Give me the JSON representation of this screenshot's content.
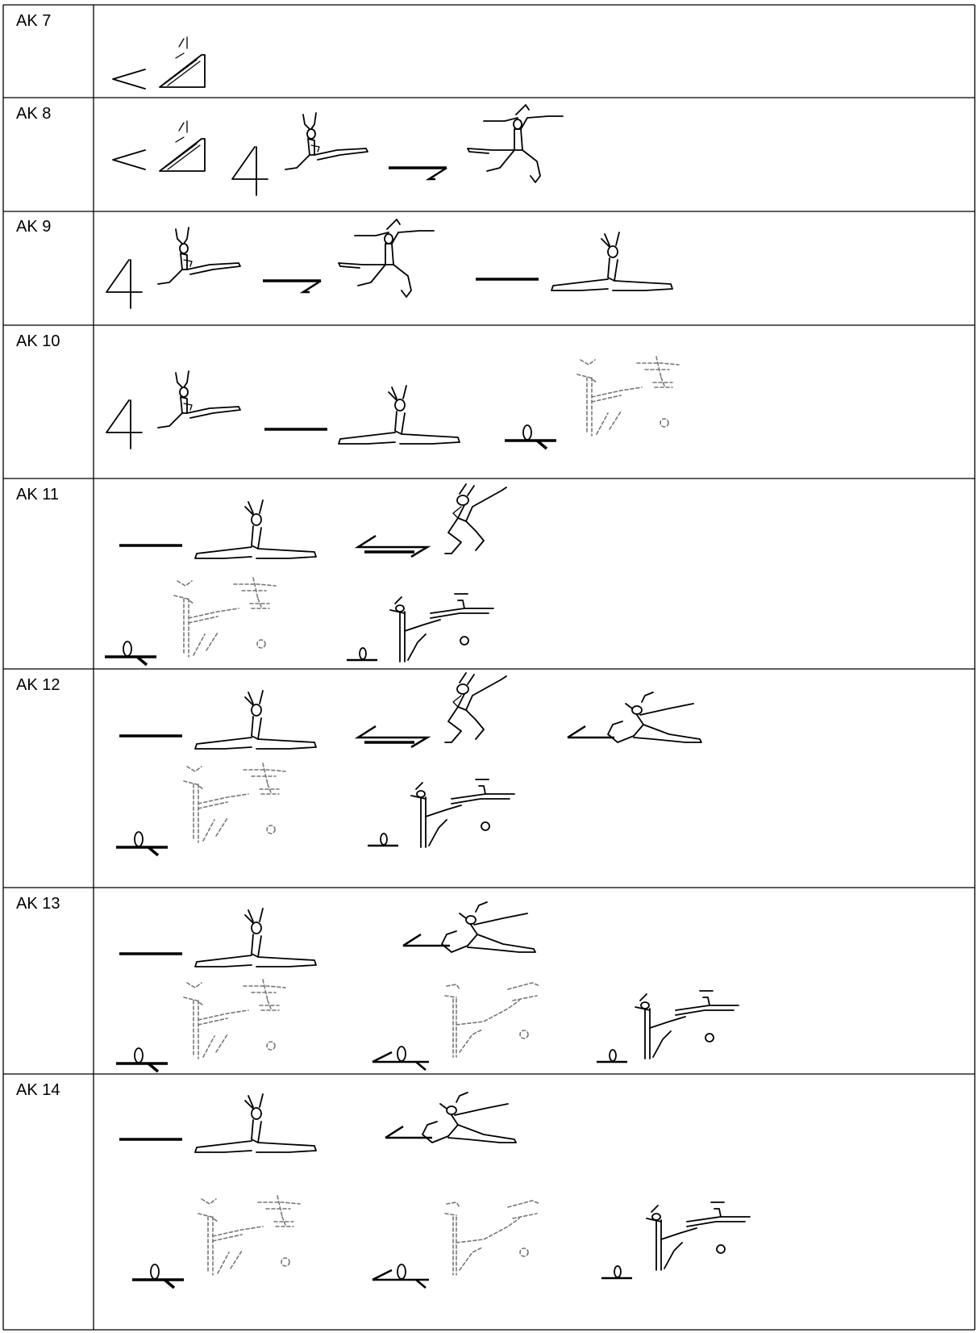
{
  "rows": [
    {
      "label": "AK 7"
    },
    {
      "label": "AK 8"
    },
    {
      "label": "AK 9"
    },
    {
      "label": "AK 10"
    },
    {
      "label": "AK 11"
    },
    {
      "label": "AK 12"
    },
    {
      "label": "AK 13"
    },
    {
      "label": "AK 14"
    }
  ],
  "symbols": {
    "wedge_with_body": "wedge-symbol",
    "four": "four-symbol",
    "z_stroke": "z-symbol",
    "straight_bar": "bar-symbol",
    "zigzag_arrow": "zigzag-symbol",
    "angle_stroke": "angle-symbol",
    "loop_bar": "loop-symbol",
    "small_loop": "small-loop-symbol",
    "angle_loop": "angle-loop-symbol"
  }
}
